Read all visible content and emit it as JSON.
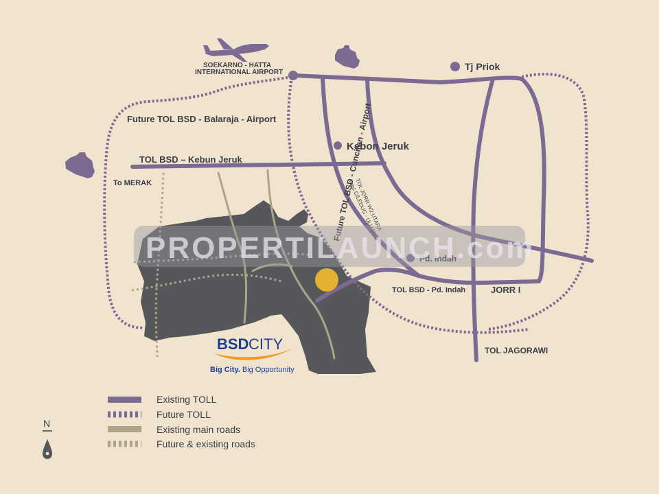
{
  "map": {
    "labels": {
      "airport_line1": "SOEKARNO - HATTA",
      "airport_line2": "INTERNATIONAL AIRPORT",
      "tj_priok": "Tj  Priok",
      "future_tol_balaraja": "Future TOL BSD - Balaraja - Airport",
      "kebon_jeruk": "Kebon Jeruk",
      "tol_bsd_kebon_jeruk": "TOL BSD – Kebun Jeruk",
      "to_merak": "To MERAK",
      "future_tol_airport": "Future TOL BSD - Cunciran - Airport",
      "jorr_w2_line1": "TOL JORR W2 UTARA",
      "jorr_w2_line2": "ruas CILEDUG - ULUJAMI",
      "pd_indah": "Pd. Indah",
      "tol_bsd_pd_indah": "TOL BSD - Pd. Indah",
      "jorr1": "JORR I",
      "tol_jagorawi": "TOL JAGORAWI"
    },
    "logo": {
      "bsd": "BSD",
      "city": "CITY",
      "tagline_bold": "Big City.",
      "tagline_rest": " Big Opportunity"
    },
    "watermark": "PROPERTILAUNCH.com",
    "colors": {
      "background": "#f1e4cf",
      "existing_toll": "#7d6a92",
      "future_toll": "#7d6a92",
      "main_road": "#ada589",
      "city_area": "#55575a",
      "city_marker": "#e3b12f",
      "logo_blue": "#1b3f94",
      "logo_orange": "#f39a1e"
    }
  },
  "legend": {
    "items": [
      {
        "label": "Existing TOLL",
        "style": "solid-purple"
      },
      {
        "label": "Future TOLL",
        "style": "dashed-purple"
      },
      {
        "label": "Existing main roads",
        "style": "solid-khaki"
      },
      {
        "label": "Future & existing roads",
        "style": "dashed-khaki"
      }
    ]
  },
  "compass": {
    "letter": "N",
    "icon": "north-arrow-icon"
  }
}
